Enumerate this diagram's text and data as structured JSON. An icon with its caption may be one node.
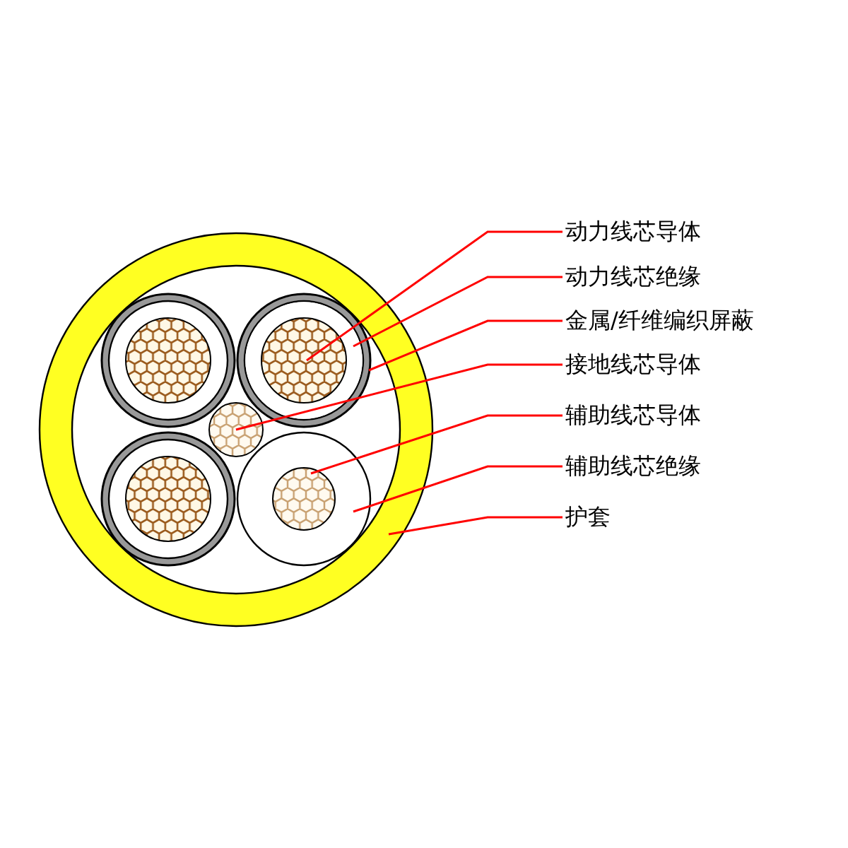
{
  "diagram": {
    "nodes": [
      {
        "text": [
          "动力线芯导体"
        ]
      },
      {
        "text": [
          "动力线芯绝缘"
        ]
      },
      {
        "text": [
          "金属/纤维编织屏蔽"
        ]
      },
      {
        "text": [
          "接地线芯导体"
        ]
      },
      {
        "text": [
          "辅助线芯导体"
        ]
      },
      {
        "text": [
          "辅助线芯绝缘"
        ]
      },
      {
        "text": [
          "护套"
        ]
      },
      {
        "text": [],
        "shape": "circle",
        "in": 8
      },
      {
        "text": [],
        "shape": "circle",
        "in": 9
      },
      {
        "text": [],
        "shape": "circle",
        "in": 13
      },
      {
        "text": [],
        "shape": "circle",
        "in": 13
      },
      {
        "text": [],
        "shape": "circle",
        "in": 12
      },
      {
        "text": [],
        "shape": "circle",
        "in": 13
      },
      {
        "text": [],
        "shape": "circle"
      },
      {
        "text": [],
        "shape": "circle",
        "in": 13
      },
      {
        "text": [],
        "shape": "circle",
        "in": 14
      },
      {
        "text": [],
        "shape": "circle",
        "in": 13
      },
      {
        "text": [],
        "shape": "circle",
        "in": 16
      }
    ],
    "edges": [
      {
        "from": 0,
        "to": 7,
        "arrow": "none"
      },
      {
        "from": 1,
        "to": 8,
        "arrow": "none"
      },
      {
        "from": 2,
        "to": 9,
        "arrow": "none"
      },
      {
        "from": 3,
        "to": 10,
        "arrow": "none"
      },
      {
        "from": 4,
        "to": 11,
        "arrow": "none"
      },
      {
        "from": 5,
        "to": 12,
        "arrow": "none"
      },
      {
        "from": 6,
        "to": 13,
        "arrow": "none"
      }
    ]
  }
}
